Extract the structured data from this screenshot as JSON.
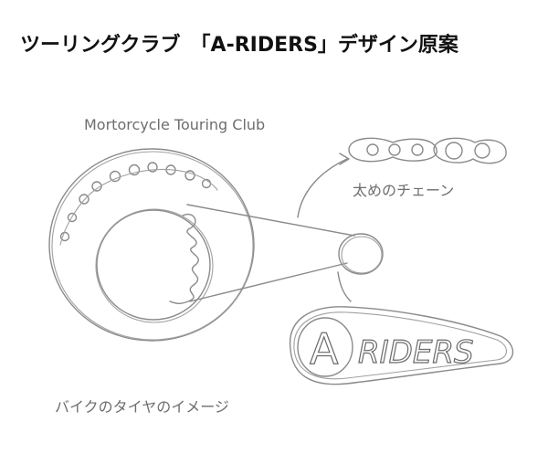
{
  "title": "ツーリングクラブ　「A-RIDERS」デザイン原案",
  "labels": {
    "club_arc": "Mortorcycle Touring Club",
    "chain_note": "太めのチェーン",
    "tire_note": "バイクのタイヤのイメージ"
  },
  "logo": {
    "letter": "A",
    "word": "RIDERS"
  },
  "colors": {
    "ink": "#111111",
    "pencil": "#8a8a8a"
  }
}
